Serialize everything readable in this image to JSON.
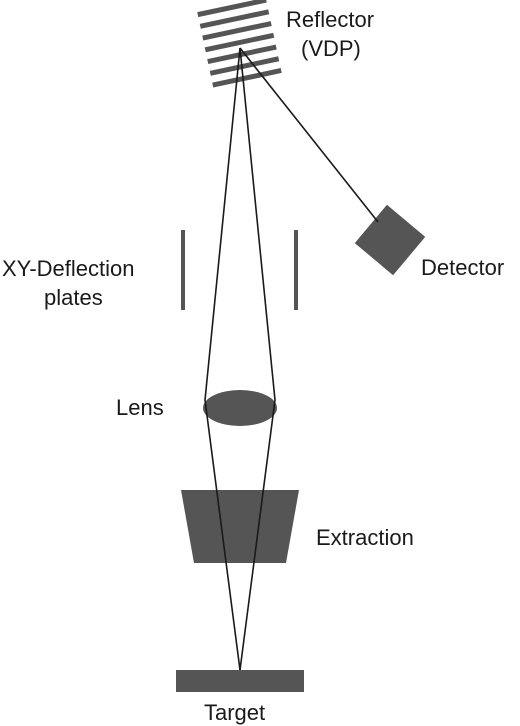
{
  "labels": {
    "reflector_line1": "Reflector",
    "reflector_line2": "(VDP)",
    "detector": "Detector",
    "deflection_line1": "XY-Deflection",
    "deflection_line2": "plates",
    "lens": "Lens",
    "extraction": "Extraction",
    "target": "Target"
  },
  "colors": {
    "component_fill": "#555555",
    "ray_stroke": "#1a1a1a",
    "text": "#1a1a1a",
    "background": "#ffffff"
  }
}
